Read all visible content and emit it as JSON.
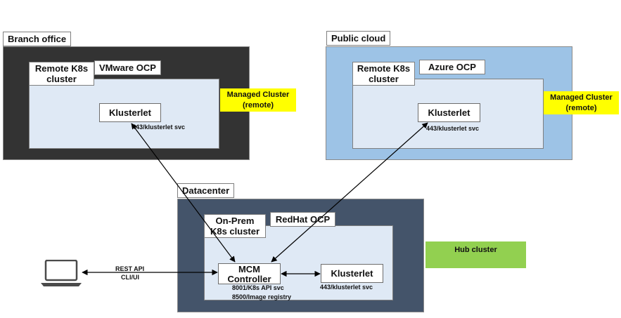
{
  "branch": {
    "title": "Branch office",
    "cluster_label": "Remote K8s cluster",
    "platform": "VMware OCP",
    "agent": "Klusterlet",
    "agent_port": "443/klusterlet svc",
    "managed_label": "Managed Cluster (remote)"
  },
  "cloud": {
    "title": "Public cloud",
    "cluster_label": "Remote K8s cluster",
    "platform": "Azure OCP",
    "agent": "Klusterlet",
    "agent_port": "443/klusterlet svc",
    "managed_label": "Managed Cluster (remote)"
  },
  "datacenter": {
    "title": "Datacenter",
    "cluster_label": "On-Prem K8s cluster",
    "platform": "RedHat OCP",
    "controller": "MCM Controller",
    "controller_ports": [
      "8001/K8s API svc",
      "8500/Image registry"
    ],
    "agent": "Klusterlet",
    "agent_port": "443/klusterlet svc",
    "hub_label": "Hub cluster"
  },
  "client": {
    "icon": "laptop-icon",
    "link_label": [
      "REST API",
      "CLI/UI"
    ]
  },
  "colors": {
    "branch_panel": "#333333",
    "cloud_panel": "#9dc3e6",
    "datacenter_panel": "#44546a",
    "inner_cluster": "#dfe9f5",
    "managed_highlight": "#ffff00",
    "hub_highlight": "#92d050"
  }
}
